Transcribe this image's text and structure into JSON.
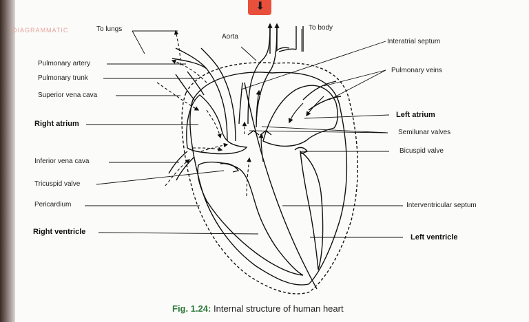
{
  "watermark": "DIAGRAMMATIC",
  "caption": {
    "fig": "Fig. 1.24:",
    "text": "Internal structure of human heart"
  },
  "labels": {
    "to_lungs": "To lungs",
    "aorta": "Aorta",
    "to_body": "To body",
    "interatrial_septum": "Interatrial septum",
    "pulmonary_artery": "Pulmonary artery",
    "pulmonary_trunk": "Pulmonary trunk",
    "superior_vena_cava": "Superior vena cava",
    "pulmonary_veins": "Pulmonary veins",
    "left_atrium": "Left atrium",
    "right_atrium": "Right atrium",
    "semilunar_valves": "Semilunar valves",
    "bicuspid_valve": "Bicuspid valve",
    "inferior_vena_cava": "Inferior vena cava",
    "tricuspid_valve": "Tricuspid valve",
    "pericardium": "Pericardium",
    "interventricular_septum": "Interventricular septum",
    "right_ventricle": "Right ventricle",
    "left_ventricle": "Left ventricle"
  },
  "colors": {
    "caption_fig": "#2e7a3a",
    "watermark": "#e7a49c",
    "tab": "#e8503c"
  }
}
